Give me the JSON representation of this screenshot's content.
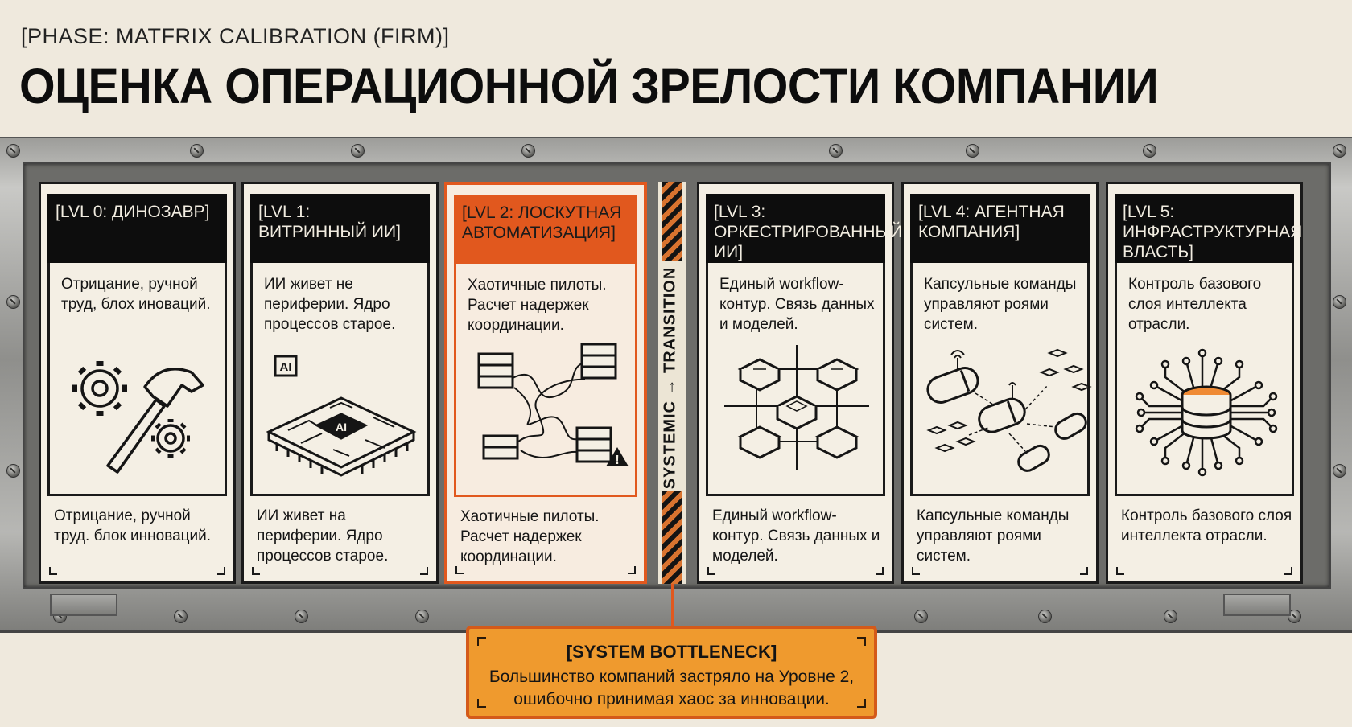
{
  "phase_label": "[PHASE: MATFRIX CALIBRATION (FIRM)]",
  "title": "ОЦЕНКА ОПЕРАЦИОННОЙ ЗРЕЛОСТИ КОМПАНИИ",
  "divider_label": "SYSTEMIC → TRANSITION",
  "levels": [
    {
      "header": "[LVL 0: ДИНОЗАВР]",
      "top_text": "Отрицание, ручной труд, блох иноваций.",
      "bottom_text": "Отрицание, ручной труд. блок инноваций.",
      "icon": "gears-hammer-icon"
    },
    {
      "header": "[LVL 1: ВИТРИННЫЙ ИИ]",
      "top_text": "ИИ живет не периферии. Ядро процессов старое.",
      "bottom_text": "ИИ живет на периферии. Ядро процессов старое.",
      "icon": "ai-chip-icon",
      "icon_labels": [
        "AI",
        "AI"
      ]
    },
    {
      "header": "[LVL 2: ЛОСКУТНАЯ АВТОМАТИЗАЦИЯ]",
      "top_text": "Хаотичные пилоты. Расчет надержек координации.",
      "bottom_text": "Хаотичные пилоты. Расчет надержек координации.",
      "icon": "chaotic-servers-icon",
      "highlighted": true
    },
    {
      "header": "[LVL 3: ОРКЕСТРИРОВАННЫЙ ИИ]",
      "top_text": "Единый workflow-контур. Связь данных и моделей.",
      "bottom_text": "Единый workflow-контур. Связь данных и моделей.",
      "icon": "orchestrated-network-icon"
    },
    {
      "header": "[LVL 4: АГЕНТНАЯ КОМПАНИЯ]",
      "top_text": "Капсульные команды управляют роями систем.",
      "bottom_text": "Капсульные команды управляют роями систем.",
      "icon": "agent-capsules-icon"
    },
    {
      "header": "[LVL 5: ИНФРАСТРУКТУРНАЯ ВЛАСТЬ]",
      "top_text": "Контроль базового слоя интеллекта отрасли.",
      "bottom_text": "Контроль базового слоя интеллекта отрасли.",
      "icon": "core-infrastructure-icon"
    }
  ],
  "bottleneck": {
    "title": "[SYSTEM BOTTLENECK]",
    "text": "Большинство компаний застряло на Уровне 2, ошибочно принимая хаос за инновации."
  },
  "colors": {
    "accent": "#e1581e",
    "note": "#ef9a2e",
    "ink": "#141414",
    "paper": "#f4efe4"
  }
}
